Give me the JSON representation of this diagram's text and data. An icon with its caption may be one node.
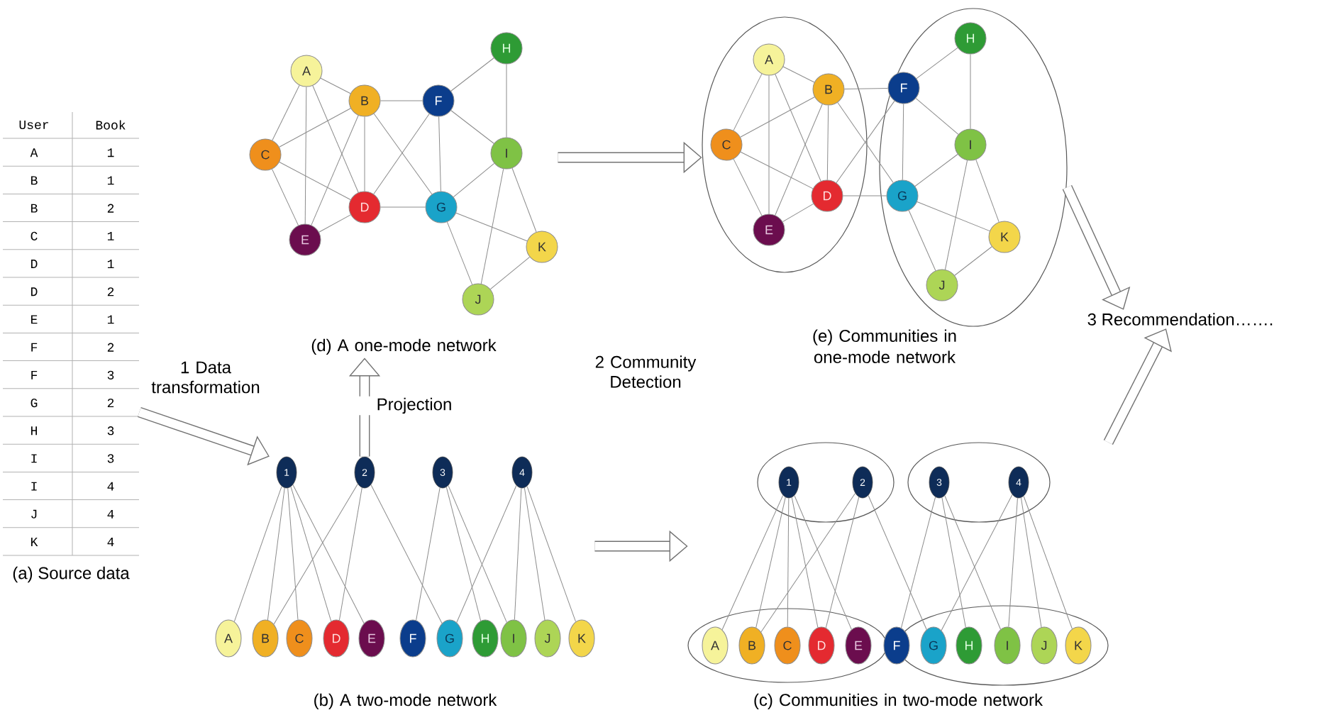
{
  "diagram": {
    "nodes": [
      {
        "text": [
          "User",
          "Book",
          "A",
          "1",
          "B",
          "1",
          "B",
          "2",
          "C",
          "1",
          "D",
          "1",
          "D",
          "2",
          "E",
          "1",
          "F",
          "2",
          "F",
          "3",
          "G",
          "2",
          "H",
          "3",
          "I",
          "3",
          "I",
          "4",
          "J",
          "4",
          "K",
          "4",
          "(a) Source data"
        ]
      },
      {
        "text": [
          "(d) A one-mode network"
        ]
      },
      {
        "text": [
          "A"
        ],
        "in": 1
      },
      {
        "text": [
          "B"
        ],
        "in": 1
      },
      {
        "text": [
          "C"
        ],
        "in": 1
      },
      {
        "text": [
          "D"
        ],
        "in": 1
      },
      {
        "text": [
          "E"
        ],
        "in": 1
      },
      {
        "text": [
          "F"
        ],
        "in": 1
      },
      {
        "text": [
          "G"
        ],
        "in": 1
      },
      {
        "text": [
          "H"
        ],
        "in": 1
      },
      {
        "text": [
          "I"
        ],
        "in": 1
      },
      {
        "text": [
          "J"
        ],
        "in": 1
      },
      {
        "text": [
          "K"
        ],
        "in": 1
      },
      {
        "text": [
          "(e) Communities in one-mode network"
        ]
      },
      {
        "text": [],
        "shape": "ellipse",
        "in": 13
      },
      {
        "text": [],
        "shape": "ellipse",
        "in": 13
      },
      {
        "text": [
          "A"
        ],
        "in": 14
      },
      {
        "text": [
          "B"
        ],
        "in": 14
      },
      {
        "text": [
          "C"
        ],
        "in": 14
      },
      {
        "text": [
          "D"
        ],
        "in": 14
      },
      {
        "text": [
          "E"
        ],
        "in": 14
      },
      {
        "text": [
          "F"
        ],
        "in": 15
      },
      {
        "text": [
          "G"
        ],
        "in": 15
      },
      {
        "text": [
          "H"
        ],
        "in": 15
      },
      {
        "text": [
          "I"
        ],
        "in": 15
      },
      {
        "text": [
          "J"
        ],
        "in": 15
      },
      {
        "text": [
          "K"
        ],
        "in": 15
      },
      {
        "text": [
          "(b) A two-mode network"
        ]
      },
      {
        "text": [
          "1"
        ],
        "in": 27
      },
      {
        "text": [
          "2"
        ],
        "in": 27
      },
      {
        "text": [
          "3"
        ],
        "in": 27
      },
      {
        "text": [
          "4"
        ],
        "in": 27
      },
      {
        "text": [
          "A"
        ],
        "in": 27
      },
      {
        "text": [
          "B"
        ],
        "in": 27
      },
      {
        "text": [
          "C"
        ],
        "in": 27
      },
      {
        "text": [
          "D"
        ],
        "in": 27
      },
      {
        "text": [
          "E"
        ],
        "in": 27
      },
      {
        "text": [
          "F"
        ],
        "in": 27
      },
      {
        "text": [
          "G"
        ],
        "in": 27
      },
      {
        "text": [
          "H"
        ],
        "in": 27
      },
      {
        "text": [
          "I"
        ],
        "in": 27
      },
      {
        "text": [
          "J"
        ],
        "in": 27
      },
      {
        "text": [
          "K"
        ],
        "in": 27
      },
      {
        "text": [
          "(c) Communities in two-mode network"
        ]
      },
      {
        "text": [],
        "shape": "ellipse",
        "in": 43
      },
      {
        "text": [],
        "shape": "ellipse",
        "in": 43
      },
      {
        "text": [],
        "shape": "ellipse",
        "in": 43
      },
      {
        "text": [],
        "shape": "ellipse",
        "in": 43
      },
      {
        "text": [
          "1"
        ],
        "in": 44
      },
      {
        "text": [
          "2"
        ],
        "in": 44
      },
      {
        "text": [
          "3"
        ],
        "in": 45
      },
      {
        "text": [
          "4"
        ],
        "in": 45
      },
      {
        "text": [
          "A"
        ],
        "in": 46
      },
      {
        "text": [
          "B"
        ],
        "in": 46
      },
      {
        "text": [
          "C"
        ],
        "in": 46
      },
      {
        "text": [
          "D"
        ],
        "in": 46
      },
      {
        "text": [
          "E"
        ],
        "in": 46
      },
      {
        "text": [
          "F"
        ],
        "in": 43
      },
      {
        "text": [
          "G"
        ],
        "in": 47
      },
      {
        "text": [
          "H"
        ],
        "in": 47
      },
      {
        "text": [
          "I"
        ],
        "in": 47
      },
      {
        "text": [
          "J"
        ],
        "in": 47
      },
      {
        "text": [
          "K"
        ],
        "in": 47
      },
      {
        "text": [
          "3 Recommendation……."
        ]
      }
    ],
    "edges": [
      {
        "from": 2,
        "to": 3,
        "arrow": "none"
      },
      {
        "from": 2,
        "to": 4,
        "arrow": "none"
      },
      {
        "from": 2,
        "to": 6,
        "arrow": "none"
      },
      {
        "from": 2,
        "to": 5,
        "arrow": "none"
      },
      {
        "from": 3,
        "to": 4,
        "arrow": "none"
      },
      {
        "from": 3,
        "to": 6,
        "arrow": "none"
      },
      {
        "from": 3,
        "to": 5,
        "arrow": "none"
      },
      {
        "from": 3,
        "to": 7,
        "arrow": "none"
      },
      {
        "from": 3,
        "to": 8,
        "arrow": "none"
      },
      {
        "from": 4,
        "to": 5,
        "arrow": "none"
      },
      {
        "from": 4,
        "to": 6,
        "arrow": "none"
      },
      {
        "from": 5,
        "to": 6,
        "arrow": "none"
      },
      {
        "from": 5,
        "to": 7,
        "arrow": "none"
      },
      {
        "from": 5,
        "to": 8,
        "arrow": "none"
      },
      {
        "from": 7,
        "to": 8,
        "arrow": "none"
      },
      {
        "from": 7,
        "to": 9,
        "arrow": "none"
      },
      {
        "from": 7,
        "to": 10,
        "arrow": "none"
      },
      {
        "from": 9,
        "to": 10,
        "arrow": "none"
      },
      {
        "from": 8,
        "to": 10,
        "arrow": "none"
      },
      {
        "from": 8,
        "to": 12,
        "arrow": "none"
      },
      {
        "from": 8,
        "to": 11,
        "arrow": "none"
      },
      {
        "from": 10,
        "to": 11,
        "arrow": "none"
      },
      {
        "from": 10,
        "to": 12,
        "arrow": "none"
      },
      {
        "from": 11,
        "to": 12,
        "arrow": "none"
      },
      {
        "from": 16,
        "to": 17,
        "arrow": "none"
      },
      {
        "from": 16,
        "to": 18,
        "arrow": "none"
      },
      {
        "from": 16,
        "to": 20,
        "arrow": "none"
      },
      {
        "from": 16,
        "to": 19,
        "arrow": "none"
      },
      {
        "from": 17,
        "to": 18,
        "arrow": "none"
      },
      {
        "from": 17,
        "to": 20,
        "arrow": "none"
      },
      {
        "from": 17,
        "to": 19,
        "arrow": "none"
      },
      {
        "from": 17,
        "to": 21,
        "arrow": "none"
      },
      {
        "from": 17,
        "to": 22,
        "arrow": "none"
      },
      {
        "from": 18,
        "to": 19,
        "arrow": "none"
      },
      {
        "from": 18,
        "to": 20,
        "arrow": "none"
      },
      {
        "from": 19,
        "to": 20,
        "arrow": "none"
      },
      {
        "from": 19,
        "to": 21,
        "arrow": "none"
      },
      {
        "from": 19,
        "to": 22,
        "arrow": "none"
      },
      {
        "from": 21,
        "to": 22,
        "arrow": "none"
      },
      {
        "from": 21,
        "to": 23,
        "arrow": "none"
      },
      {
        "from": 21,
        "to": 24,
        "arrow": "none"
      },
      {
        "from": 23,
        "to": 24,
        "arrow": "none"
      },
      {
        "from": 22,
        "to": 24,
        "arrow": "none"
      },
      {
        "from": 22,
        "to": 26,
        "arrow": "none"
      },
      {
        "from": 22,
        "to": 25,
        "arrow": "none"
      },
      {
        "from": 24,
        "to": 25,
        "arrow": "none"
      },
      {
        "from": 24,
        "to": 26,
        "arrow": "none"
      },
      {
        "from": 25,
        "to": 26,
        "arrow": "none"
      },
      {
        "from": 28,
        "to": 32,
        "arrow": "none"
      },
      {
        "from": 28,
        "to": 33,
        "arrow": "none"
      },
      {
        "from": 28,
        "to": 34,
        "arrow": "none"
      },
      {
        "from": 28,
        "to": 35,
        "arrow": "none"
      },
      {
        "from": 28,
        "to": 36,
        "arrow": "none"
      },
      {
        "from": 29,
        "to": 33,
        "arrow": "none"
      },
      {
        "from": 29,
        "to": 35,
        "arrow": "none"
      },
      {
        "from": 29,
        "to": 38,
        "arrow": "none"
      },
      {
        "from": 30,
        "to": 37,
        "arrow": "none"
      },
      {
        "from": 30,
        "to": 39,
        "arrow": "none"
      },
      {
        "from": 30,
        "to": 40,
        "arrow": "none"
      },
      {
        "from": 31,
        "to": 38,
        "arrow": "none"
      },
      {
        "from": 31,
        "to": 40,
        "arrow": "none"
      },
      {
        "from": 31,
        "to": 41,
        "arrow": "none"
      },
      {
        "from": 31,
        "to": 42,
        "arrow": "none"
      },
      {
        "from": 48,
        "to": 52,
        "arrow": "none"
      },
      {
        "from": 48,
        "to": 53,
        "arrow": "none"
      },
      {
        "from": 48,
        "to": 54,
        "arrow": "none"
      },
      {
        "from": 48,
        "to": 55,
        "arrow": "none"
      },
      {
        "from": 48,
        "to": 56,
        "arrow": "none"
      },
      {
        "from": 49,
        "to": 53,
        "arrow": "none"
      },
      {
        "from": 49,
        "to": 55,
        "arrow": "none"
      },
      {
        "from": 49,
        "to": 58,
        "arrow": "none"
      },
      {
        "from": 50,
        "to": 57,
        "arrow": "none"
      },
      {
        "from": 50,
        "to": 59,
        "arrow": "none"
      },
      {
        "from": 50,
        "to": 60,
        "arrow": "none"
      },
      {
        "from": 51,
        "to": 58,
        "arrow": "none"
      },
      {
        "from": 51,
        "to": 60,
        "arrow": "none"
      },
      {
        "from": 51,
        "to": 61,
        "arrow": "none"
      },
      {
        "from": 51,
        "to": 62,
        "arrow": "none"
      },
      {
        "from": 0,
        "to": 27,
        "arrow": "to",
        "style": "thick",
        "label": "1 Data transformation"
      },
      {
        "from": 27,
        "to": 1,
        "arrow": "to",
        "style": "thick",
        "label": "Projection"
      },
      {
        "from": 1,
        "to": 13,
        "arrow": "to",
        "style": "thick"
      },
      {
        "from": 27,
        "to": 43,
        "arrow": "to",
        "style": "thick"
      },
      {
        "from": 13,
        "to": 63,
        "arrow": "to",
        "style": "thick"
      },
      {
        "from": 43,
        "to": 63,
        "arrow": "to",
        "style": "thick"
      }
    ],
    "labels": [
      "2 Community Detection"
    ]
  }
}
